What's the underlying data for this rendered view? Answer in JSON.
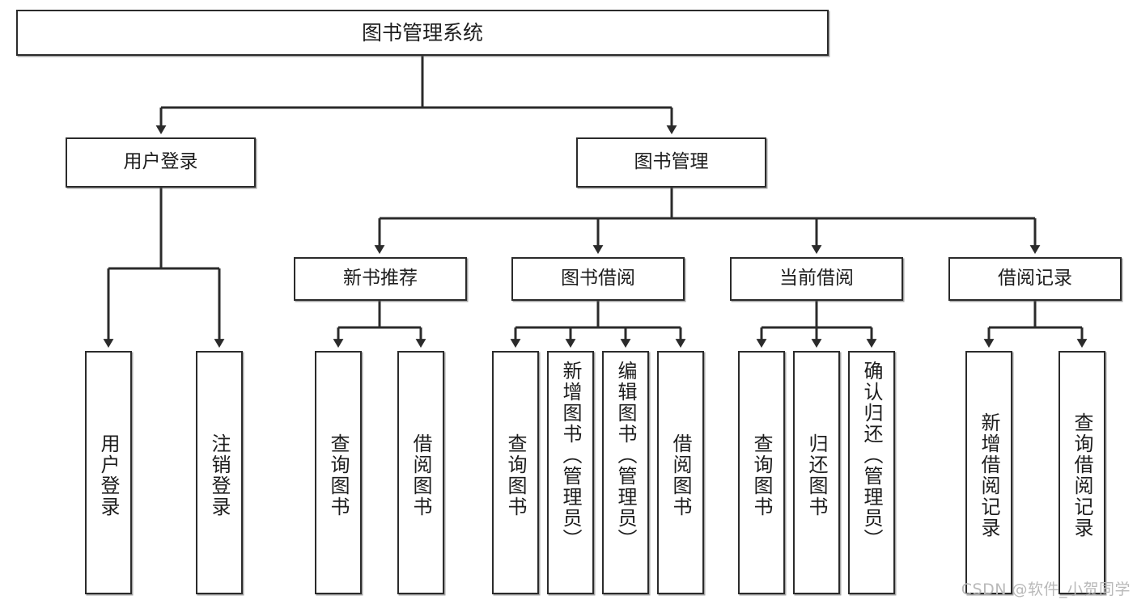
{
  "diagram": {
    "title": "图书管理系统",
    "type": "tree-hierarchy",
    "orientation": "top-down",
    "root": {
      "id": "root",
      "label": "图书管理系统"
    },
    "level2": [
      {
        "id": "user-login",
        "label": "用户登录"
      },
      {
        "id": "book-manage",
        "label": "图书管理"
      }
    ],
    "level3": [
      {
        "id": "new-book-rec",
        "label": "新书推荐"
      },
      {
        "id": "book-borrow",
        "label": "图书借阅"
      },
      {
        "id": "current-borrow",
        "label": "当前借阅"
      },
      {
        "id": "borrow-record",
        "label": "借阅记录"
      }
    ],
    "leaves": {
      "user_login": [
        {
          "id": "leaf-user-login",
          "label": "用户登录"
        },
        {
          "id": "leaf-logout-login",
          "label": "注销登录"
        }
      ],
      "new_book_rec": [
        {
          "id": "leaf-query-book-1",
          "label": "查询图书"
        },
        {
          "id": "leaf-borrow-book-1",
          "label": "借阅图书"
        }
      ],
      "book_borrow": [
        {
          "id": "leaf-query-book-2",
          "label": "查询图书"
        },
        {
          "id": "leaf-add-book",
          "label": "新增图书（管理员）"
        },
        {
          "id": "leaf-edit-book",
          "label": "编辑图书（管理员）"
        },
        {
          "id": "leaf-borrow-book-2",
          "label": "借阅图书"
        }
      ],
      "current_borrow": [
        {
          "id": "leaf-query-book-3",
          "label": "查询图书"
        },
        {
          "id": "leaf-return-book",
          "label": "归还图书"
        },
        {
          "id": "leaf-confirm-return",
          "label": "确认归还（管理员）"
        }
      ],
      "borrow_record": [
        {
          "id": "leaf-add-record",
          "label": "新增借阅记录"
        },
        {
          "id": "leaf-query-record",
          "label": "查询借阅记录"
        }
      ]
    }
  },
  "watermark": {
    "text": "CSDN @软件_小贺同学"
  },
  "colors": {
    "box_border": "#2b2b2b",
    "box_fill": "#ffffff",
    "edge": "#2b2b2b",
    "text": "#1d1d1d",
    "watermark": "#b9b9b9",
    "background": "#ffffff"
  }
}
